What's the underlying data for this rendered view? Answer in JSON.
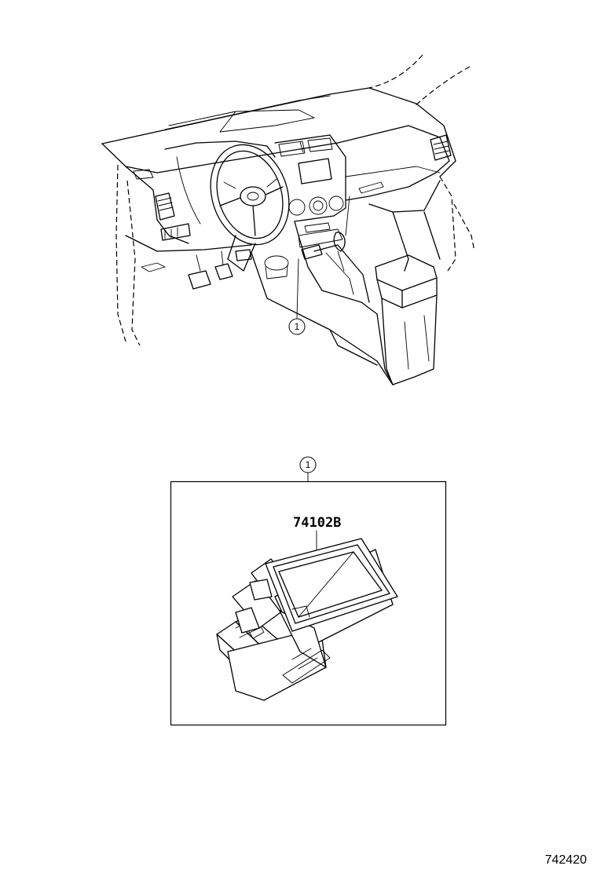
{
  "callout": {
    "number": "1"
  },
  "part": {
    "number": "74102B"
  },
  "figure": {
    "code": "742420"
  }
}
